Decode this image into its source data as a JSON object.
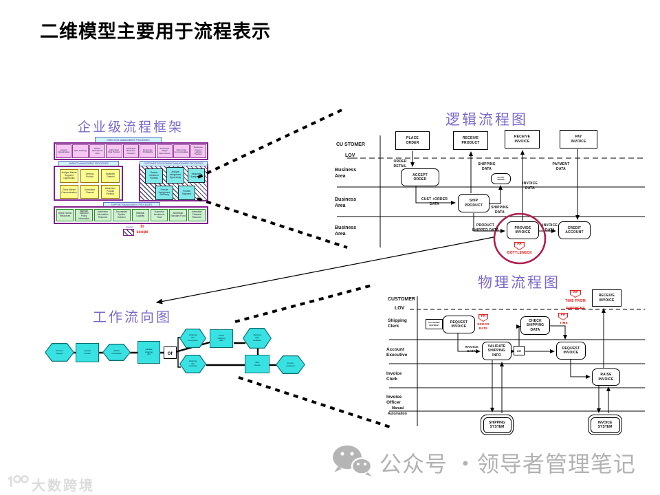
{
  "slide": {
    "title": "二维模型主要用于流程表示"
  },
  "framework": {
    "title": "企业级流程框架",
    "top_header": "DIRECTION MANAGEMENT PROCESSES",
    "top_row": [
      "Acquire Organization",
      "Plan Strategy",
      "Define Operational Plan",
      "Administer Risk Position",
      "Administer Business Direction",
      "Determine Profitability",
      "Administer Target Performance",
      "Direct Gap Communication",
      "Supervise Asset & Liability Position"
    ],
    "market_header": "MARKET MANAGEMENT PROCESSES",
    "yellow_boxes": [
      "Analyze Market Segment Opportunity",
      "Develop Product",
      "Establish Channel",
      "Direct Market Communication",
      "Administer Channel",
      "Administer Product Portfolio"
    ],
    "customer_header": "CUSTOMER RELATIONSHIP MANAGEMENT PROCESSES",
    "cyan_boxes": [
      "Review Customer Portfolio",
      "Analyze Assignment Opportunity",
      "Negotiate Assignment",
      "Provide Assignment Servicing",
      "Product Shipment"
    ],
    "support_header": "SUPPORT MANAGEMENT PROCESSES",
    "green_boxes": [
      "Direct Human Resources",
      "Maintain Standard Policy Information",
      "Administer Information Resource",
      "Accomplish System Solution",
      "Maintain Liquidity",
      "Supervise Investment Fund",
      "Administer Standard Fund",
      "Administer Financial Resource"
    ],
    "legend_label": "Legend",
    "in_scope": "In scope"
  },
  "logical": {
    "title": "逻辑流程图",
    "lanes": {
      "customer": "CU STOMER",
      "lov": "LOV",
      "business_area": "Business\nArea"
    },
    "boxes": {
      "place_order": "PLACE\nORDER",
      "receive_product": "RECEIVE\nPRODUCT",
      "receive_invoice": "RECEIVE\nINVOICE",
      "pay_invoice": "PAY\nINVOICE",
      "accept_order": "ACCEPT\nORDER",
      "ship_product": "SHIP\nPRODUCT",
      "alloc_order": "ALLOC\nORDER",
      "provide_invoice": "PROVIDE\nINVOICE",
      "credit_account": "CREDIT\nACCOUNT"
    },
    "labels": {
      "order_detail": "ORDER\nDETAIL",
      "shipping_data_top": "SHIPPING\nDATA",
      "payment_data": "PAYMENT\nDATA",
      "invoice_data_top": "INVOICE\nDATA",
      "cust_order_data": "CUST +ORDER\nDATA",
      "shipping_data_mid": "SHIPPING\nDATA",
      "product_shipped_data": "PRODUCT\nSHIPPED  DATA",
      "invoice_data_bottom": "INVOICE\nDATA"
    },
    "annotations": {
      "pa": "PA",
      "bottleneck": "BOTTLENECK"
    }
  },
  "workflow": {
    "title": "工作流向图",
    "shapes": {
      "product_shipped": "Product\nshipped",
      "request_invoice": "request\ninvoice",
      "details_incomplete": "details\nincomplete",
      "validate_shipping_info": "validate\nshipping\ninfo",
      "or": "or",
      "shipping_info_incomplete": "shipping\ninfo\nincomplete",
      "check_shipping_data": "check\nshipping\ndata",
      "shipping_data_available": "shipping\ndata\navailable",
      "shipping_info_complete": "shipping\ninfo\ncomplete",
      "raise_invoice": "raise\ninvoice",
      "invoice_prepared": "invoice\nprepared"
    }
  },
  "physical": {
    "title": "物理流程图",
    "lanes": {
      "customer": "CUSTOMER",
      "lov": "LOV",
      "shipping_clerk": "Shipping\nClerk",
      "account_executive": "Account\nExecutive",
      "invoice_clerk": "Invoice\nClerk",
      "invoice_officer": "Invoice\nOfficer",
      "manual": "Manual",
      "automation": "Automation"
    },
    "boxes": {
      "customer_shipment": "CUSTOMER\nSHIPMENT",
      "request_invoice": "REQUEST\nINVOICE",
      "check_shipping_data": "CHECK\nSHIPPING\nDATA",
      "validate_shipping_info": "VALIDATE\nSHIPPING\nINFO",
      "or": "OR",
      "request_invoice2": "REQUEST\nINVOICE",
      "raise_invoice": "RAISE\nINVOICE",
      "receive_invoice": "RECEIVE\nINVOICE",
      "shipping_system": "SHIPPING\nSYSTEM",
      "invoice_system": "INVOICE\nSYSTEM"
    },
    "labels": {
      "invoice_data": "INVOICE\nDATA"
    },
    "annotations": {
      "pa": "PA",
      "error_rate": "ERROR\nRATE",
      "time": "TIME",
      "imp": "IMP",
      "time_from": "TIME FROM",
      "shipment": "SHIPMENT"
    }
  },
  "watermark": {
    "text": "公众号 ・领导者管理笔记"
  },
  "logo": {
    "text": "大数跨境"
  },
  "colors": {
    "title_purple": "#7b68c9",
    "annotation_red": "#e02020",
    "circle_crimson": "#b01e50",
    "shape_cyan": "#38e2e2",
    "box_pink": "#f6c6f2",
    "box_yellow": "#ffff8e",
    "box_green": "#cdf2cd",
    "header_cyan": "#cdf6f6",
    "watermark_gray": "#b2b2b2"
  }
}
